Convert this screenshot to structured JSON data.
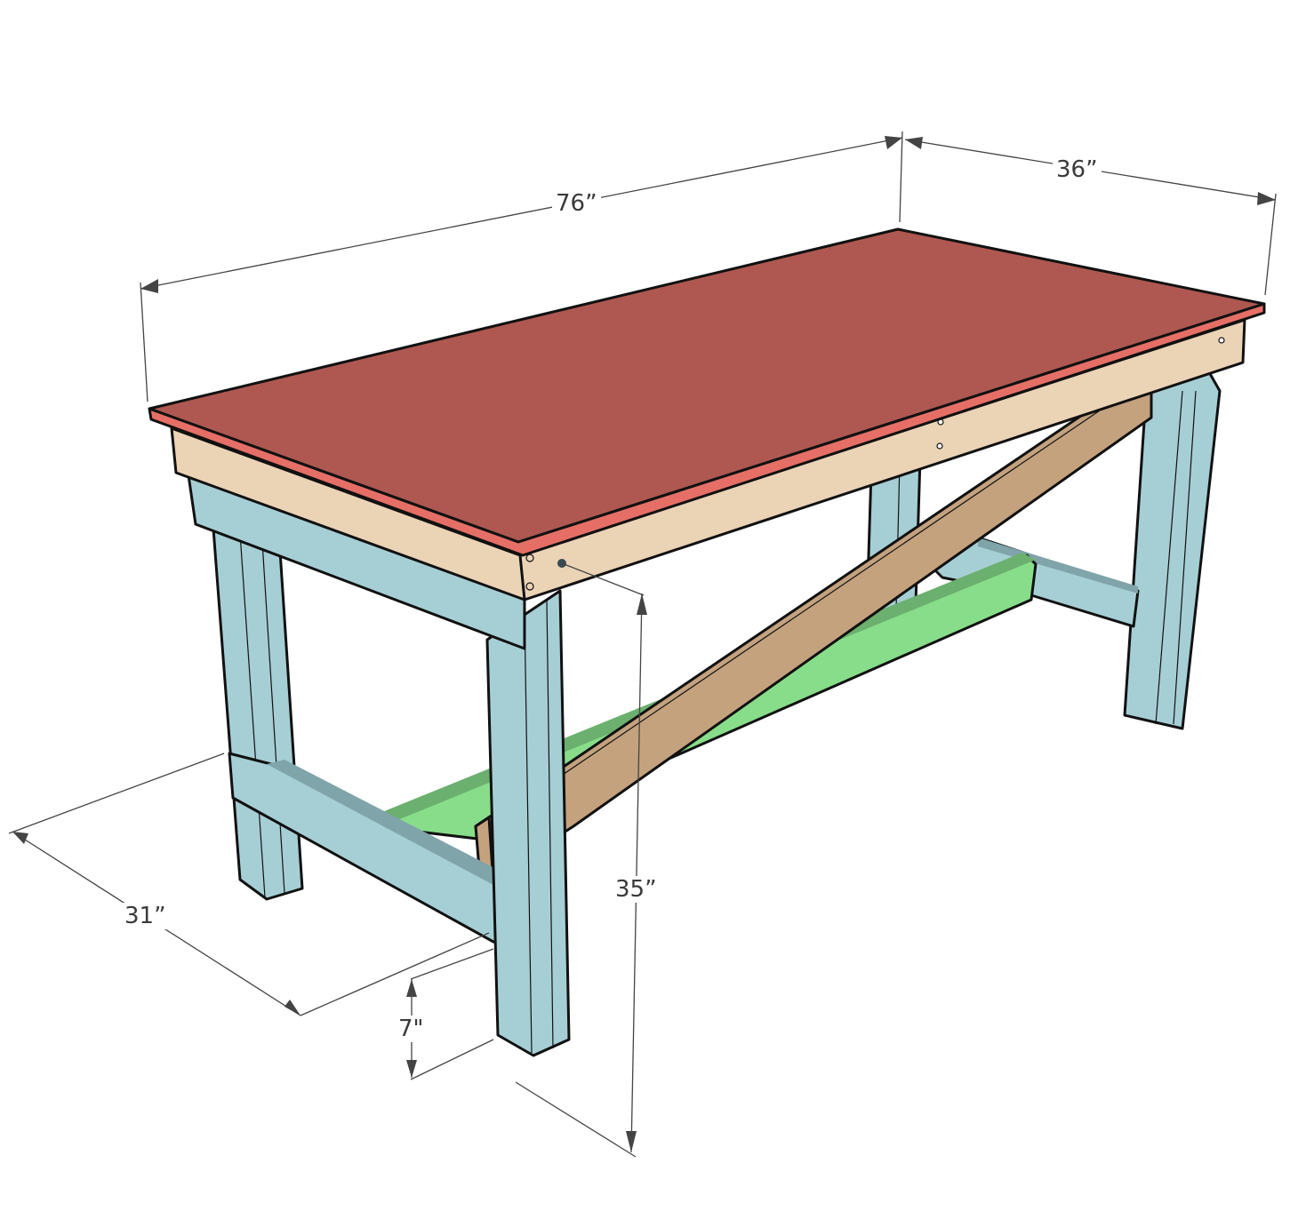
{
  "diagram": {
    "subject": "workbench",
    "dimensions": {
      "length": "76”",
      "depth": "36”",
      "base_depth": "31”",
      "height": "35”",
      "stretcher_height": "7\""
    },
    "parts": [
      {
        "name": "tabletop",
        "color": "#AE5851",
        "edge_color": "#E56F66"
      },
      {
        "name": "apron",
        "color": "#EBD3B6"
      },
      {
        "name": "legs-and-leg-aprons",
        "color": "#A6CFD5",
        "shadow_color": "#7FA4AA"
      },
      {
        "name": "diagonal-brace",
        "color": "#C4A27E"
      },
      {
        "name": "bottom-stretcher",
        "color": "#88DD8A",
        "top_color": "#6BB06E"
      }
    ]
  }
}
